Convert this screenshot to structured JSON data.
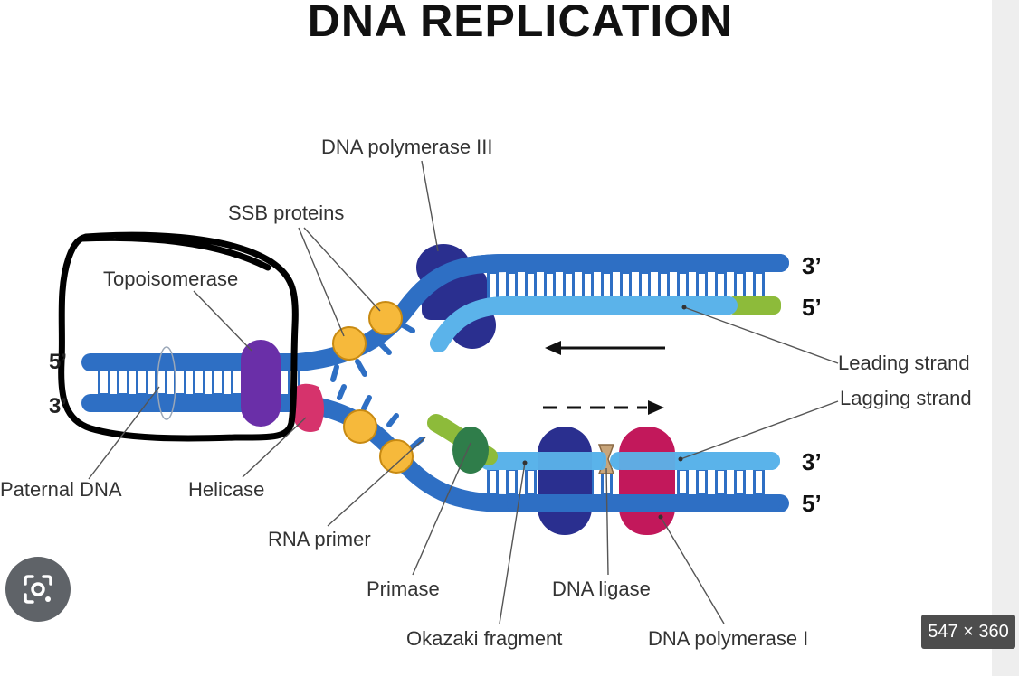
{
  "diagram": {
    "title": "DNA REPLICATION",
    "end_labels": {
      "left_top": "5’",
      "left_bottom": "3’",
      "right_upper_top": "3’",
      "right_upper_bottom": "5’",
      "right_lower_top": "3’",
      "right_lower_bottom": "5’"
    },
    "labels": {
      "dna_polymerase_iii": "DNA polymerase III",
      "ssb_proteins": "SSB proteins",
      "topoisomerase": "Topoisomerase",
      "leading_strand": "Leading strand",
      "lagging_strand": "Lagging strand",
      "paternal_dna": "Paternal DNA",
      "helicase": "Helicase",
      "rna_primer": "RNA primer",
      "primase": "Primase",
      "dna_ligase": "DNA ligase",
      "okazaki_fragment": "Okazaki fragment",
      "dna_polymerase_i": "DNA polymerase I"
    },
    "colors": {
      "backbone_dark": "#2e6fc4",
      "backbone_light": "#5bb3ea",
      "rung": "#2e6fc4",
      "ssb": "#f6b93b",
      "topoisomerase": "#6a2fa8",
      "helicase": "#d6336c",
      "pol3": "#2a2f8f",
      "pol1": "#c2185b",
      "primer": "#8dbb3a",
      "primase": "#2f7d4a",
      "ligase": "#c8a57a",
      "annotation_circle": "#000000"
    }
  },
  "overlay": {
    "size_badge": "547 × 360",
    "lens_icon": "camera-search-icon"
  }
}
